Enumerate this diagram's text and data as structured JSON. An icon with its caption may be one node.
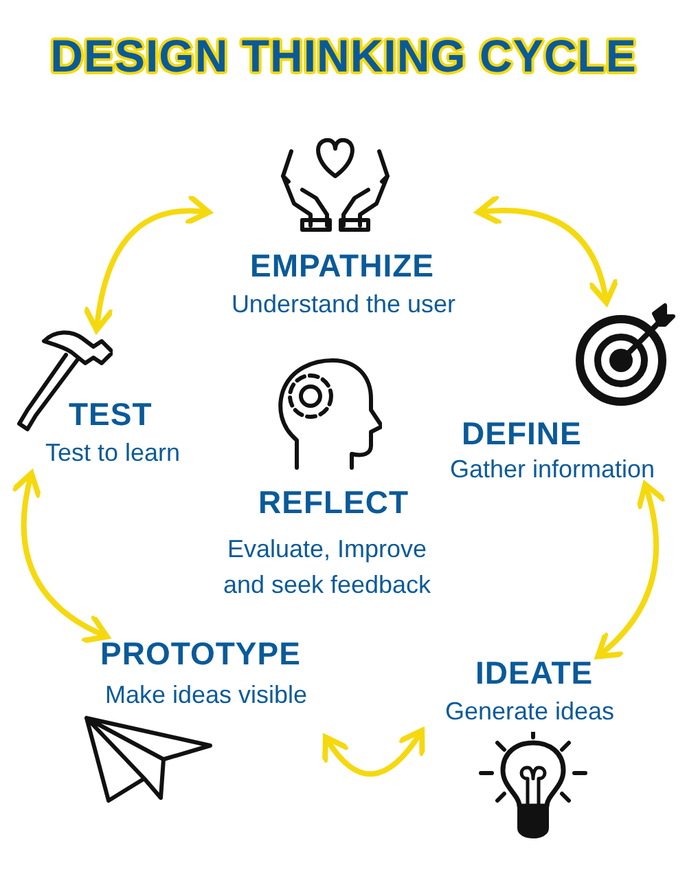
{
  "diagram": {
    "title": "DESIGN THINKING CYCLE",
    "nodes": [
      {
        "text": [
          "EMPATHIZE",
          "Understand the user"
        ]
      },
      {
        "text": [
          "DEFINE",
          "Gather information"
        ]
      },
      {
        "text": [
          "IDEATE",
          "Generate ideas"
        ]
      },
      {
        "text": [
          "PROTOTYPE",
          "Make ideas visible"
        ]
      },
      {
        "text": [
          "TEST",
          "Test to learn"
        ]
      },
      {
        "text": [
          "REFLECT",
          "Evaluate, Improve and seek feedback"
        ]
      }
    ],
    "edges": [
      {
        "from": 0,
        "to": 1,
        "arrow": "both"
      },
      {
        "from": 1,
        "to": 2,
        "arrow": "both"
      },
      {
        "from": 2,
        "to": 3,
        "arrow": "both"
      },
      {
        "from": 3,
        "to": 4,
        "arrow": "both"
      },
      {
        "from": 4,
        "to": 0,
        "arrow": "both"
      }
    ]
  }
}
